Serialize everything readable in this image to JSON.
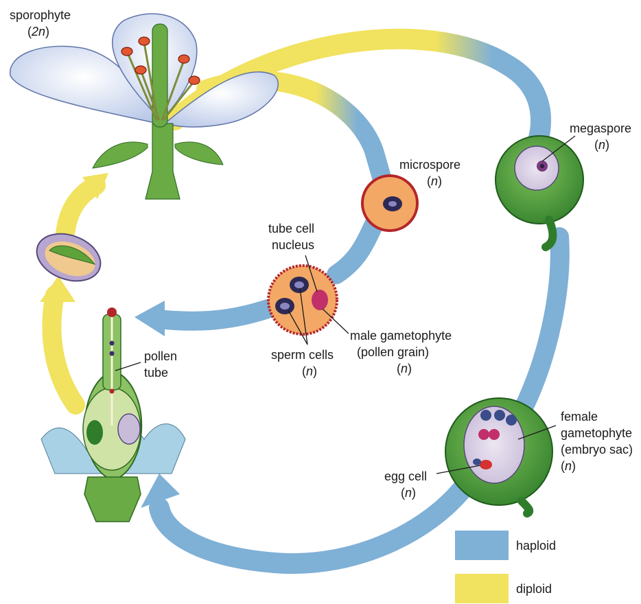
{
  "labels": {
    "sporophyte": {
      "name": "sporophyte",
      "ploidy_prefix": "(",
      "ploidy_value": "2n",
      "ploidy_suffix": ")"
    },
    "megaspore": {
      "name": "megaspore",
      "ploidy_prefix": "(",
      "ploidy_value": "n",
      "ploidy_suffix": ")"
    },
    "microspore": {
      "name": "microspore",
      "ploidy_prefix": "(",
      "ploidy_value": "n",
      "ploidy_suffix": ")"
    },
    "tube_cell_nucleus": {
      "line1": "tube cell",
      "line2": "nucleus"
    },
    "pollen_tube": {
      "line1": "pollen",
      "line2": "tube"
    },
    "male_gametophyte": {
      "line1": "male gametophyte",
      "line2": "(pollen grain)",
      "ploidy_prefix": "(",
      "ploidy_value": "n",
      "ploidy_suffix": ")"
    },
    "sperm_cells": {
      "name": "sperm cells",
      "ploidy_prefix": "(",
      "ploidy_value": "n",
      "ploidy_suffix": ")"
    },
    "female_gametophyte": {
      "line1": "female",
      "line2": "gametophyte",
      "line3": "(embryo sac)",
      "ploidy_prefix": "(",
      "ploidy_value": "n",
      "ploidy_suffix": ")"
    },
    "egg_cell": {
      "name": "egg cell",
      "ploidy_prefix": "(",
      "ploidy_value": "n",
      "ploidy_suffix": ")"
    }
  },
  "legend": [
    {
      "label": "haploid",
      "color": "#7fb0d6"
    },
    {
      "label": "diploid",
      "color": "#f1e25f"
    }
  ],
  "colors": {
    "haploid": "#7fb0d6",
    "diploid": "#f1e25f",
    "plant_green": "#5ea23a",
    "ovule_green": "#3e9a36",
    "pollen_orange": "#f3a866",
    "pollen_wall": "#b5262a"
  }
}
